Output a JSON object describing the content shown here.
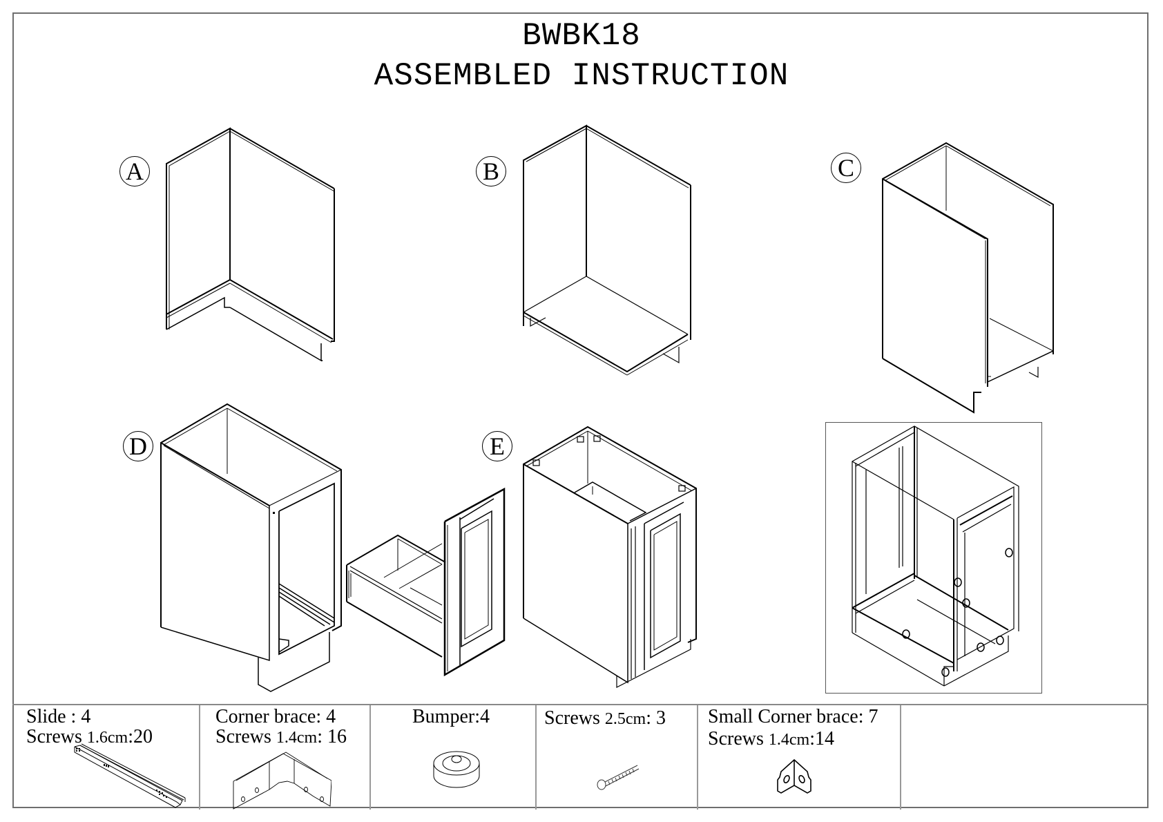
{
  "document": {
    "model": "BWBK18",
    "title": "ASSEMBLED INSTRUCTION"
  },
  "steps": [
    {
      "label": "A",
      "description": "side panels with bottom rail"
    },
    {
      "label": "B",
      "description": "add bottom panel"
    },
    {
      "label": "C",
      "description": "add second side panel"
    },
    {
      "label": "D",
      "description": "attach face frame and slides"
    },
    {
      "label": "E",
      "description": "insert drawer, attach corner braces"
    }
  ],
  "parts": [
    {
      "name": "Slide",
      "line1": "Slide : 4",
      "line2_prefix": "Screws",
      "line2_size": "1.6cm",
      "line2_count": ":20",
      "icon": "drawer-slide-icon"
    },
    {
      "name": "Corner brace",
      "line1": "Corner brace: 4",
      "line2_prefix": "Screws",
      "line2_size": "1.4cm",
      "line2_count": ": 16",
      "icon": "corner-brace-icon"
    },
    {
      "name": "Bumper",
      "line1": "Bumper:4",
      "line2_prefix": "",
      "line2_size": "",
      "line2_count": "",
      "icon": "bumper-icon"
    },
    {
      "name": "Screws",
      "line1_prefix": "Screws",
      "line1_size": "2.5cm",
      "line1_count": ": 3",
      "icon": "screw-icon"
    },
    {
      "name": "Small Corner brace",
      "line1": "Small Corner brace: 7",
      "line2_prefix": "Screws",
      "line2_size": "1.4cm",
      "line2_count": ":14",
      "icon": "small-corner-brace-icon"
    }
  ]
}
